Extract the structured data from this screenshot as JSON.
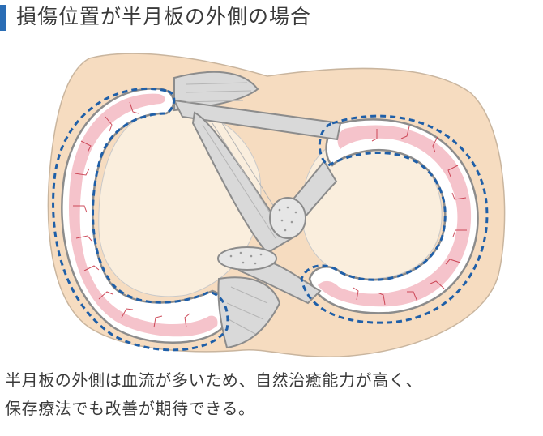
{
  "title": "損傷位置が半月板の外側の場合",
  "caption": {
    "line1": "半月板の外側は血流が多いため、自然治癒能力が高く、",
    "line2": "保存療法でも改善が期待できる。"
  },
  "colors": {
    "accent": "#2a6db5",
    "bone": "#f6dcc0",
    "tibia_surface": "#faeedd",
    "meniscus": "#ffffff",
    "vascular_zone": "#f3b9c2",
    "vessel": "#c83a4a",
    "ligament": "#d9d9d9",
    "outline": "#8c8c8c",
    "dashed_outline": "#1f5fa8"
  },
  "icons": {
    "accent": "accent-bar-icon"
  }
}
